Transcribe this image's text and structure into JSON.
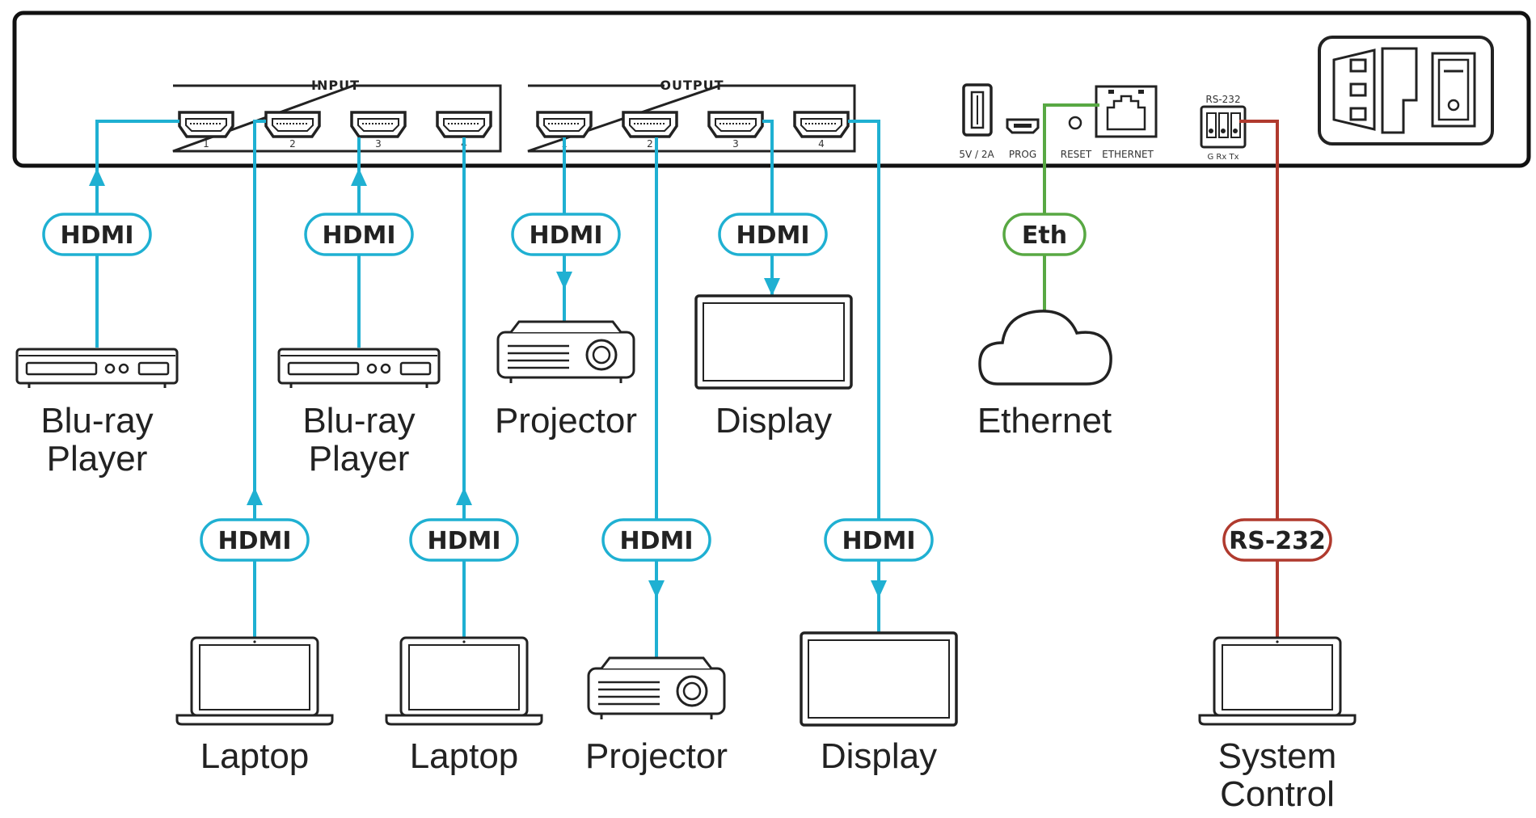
{
  "panel": {
    "input_group_label": "INPUT",
    "output_group_label": "OUTPUT",
    "input_ports": [
      "1",
      "2",
      "3",
      "4"
    ],
    "output_ports": [
      "1",
      "2",
      "3",
      "4"
    ],
    "usb_label": "5V / 2A",
    "prog_label": "PROG",
    "reset_label": "RESET",
    "ethernet_label": "ETHERNET",
    "rs232_label": "RS-232",
    "rs232_pins_label": "G Rx Tx"
  },
  "connections": {
    "hdmi_label": "HDMI",
    "eth_label": "Eth",
    "rs232_label": "RS-232"
  },
  "devices": {
    "bluray_1": [
      "Blu-ray",
      "Player"
    ],
    "bluray_2": [
      "Blu-ray",
      "Player"
    ],
    "laptop_1": "Laptop",
    "laptop_2": "Laptop",
    "projector_1": "Projector",
    "projector_2": "Projector",
    "display_1": "Display",
    "display_2": "Display",
    "ethernet": "Ethernet",
    "system_control": [
      "System",
      "Control"
    ]
  },
  "colors": {
    "hdmi": "#1fb0d2",
    "ethernet": "#58a843",
    "rs232": "#b03a2e",
    "outline": "#222222"
  },
  "icons": {
    "hdmi_port": "hdmi-port-icon",
    "bluray": "bluray-player-icon",
    "laptop": "laptop-icon",
    "projector": "projector-icon",
    "display": "display-icon",
    "cloud": "cloud-icon",
    "power": "power-inlet-icon"
  }
}
